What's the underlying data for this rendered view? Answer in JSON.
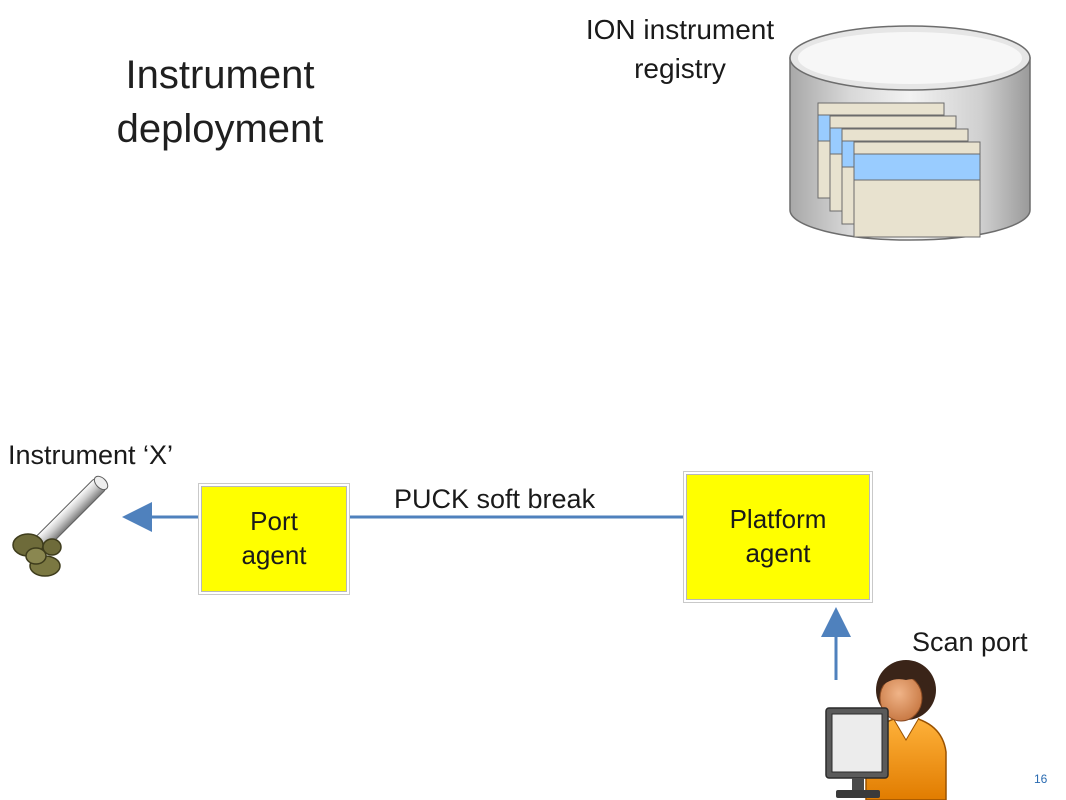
{
  "title": "Instrument\ndeployment",
  "registry": {
    "label": "ION instrument registry"
  },
  "instrument": {
    "label": "Instrument ‘X’"
  },
  "port_agent": {
    "label": "Port agent"
  },
  "platform_agent": {
    "label": "Platform agent"
  },
  "connection": {
    "label": "PUCK soft break"
  },
  "scan_port": {
    "label": "Scan port"
  },
  "page_number": "16",
  "colors": {
    "agent_box": "#ffff00",
    "arrow": "#4f81bd",
    "record_header": "#99ccff",
    "record_body": "#e8e2cf"
  },
  "icons": [
    "database-cylinder-icon",
    "instrument-probe-icon",
    "user-at-computer-icon"
  ]
}
